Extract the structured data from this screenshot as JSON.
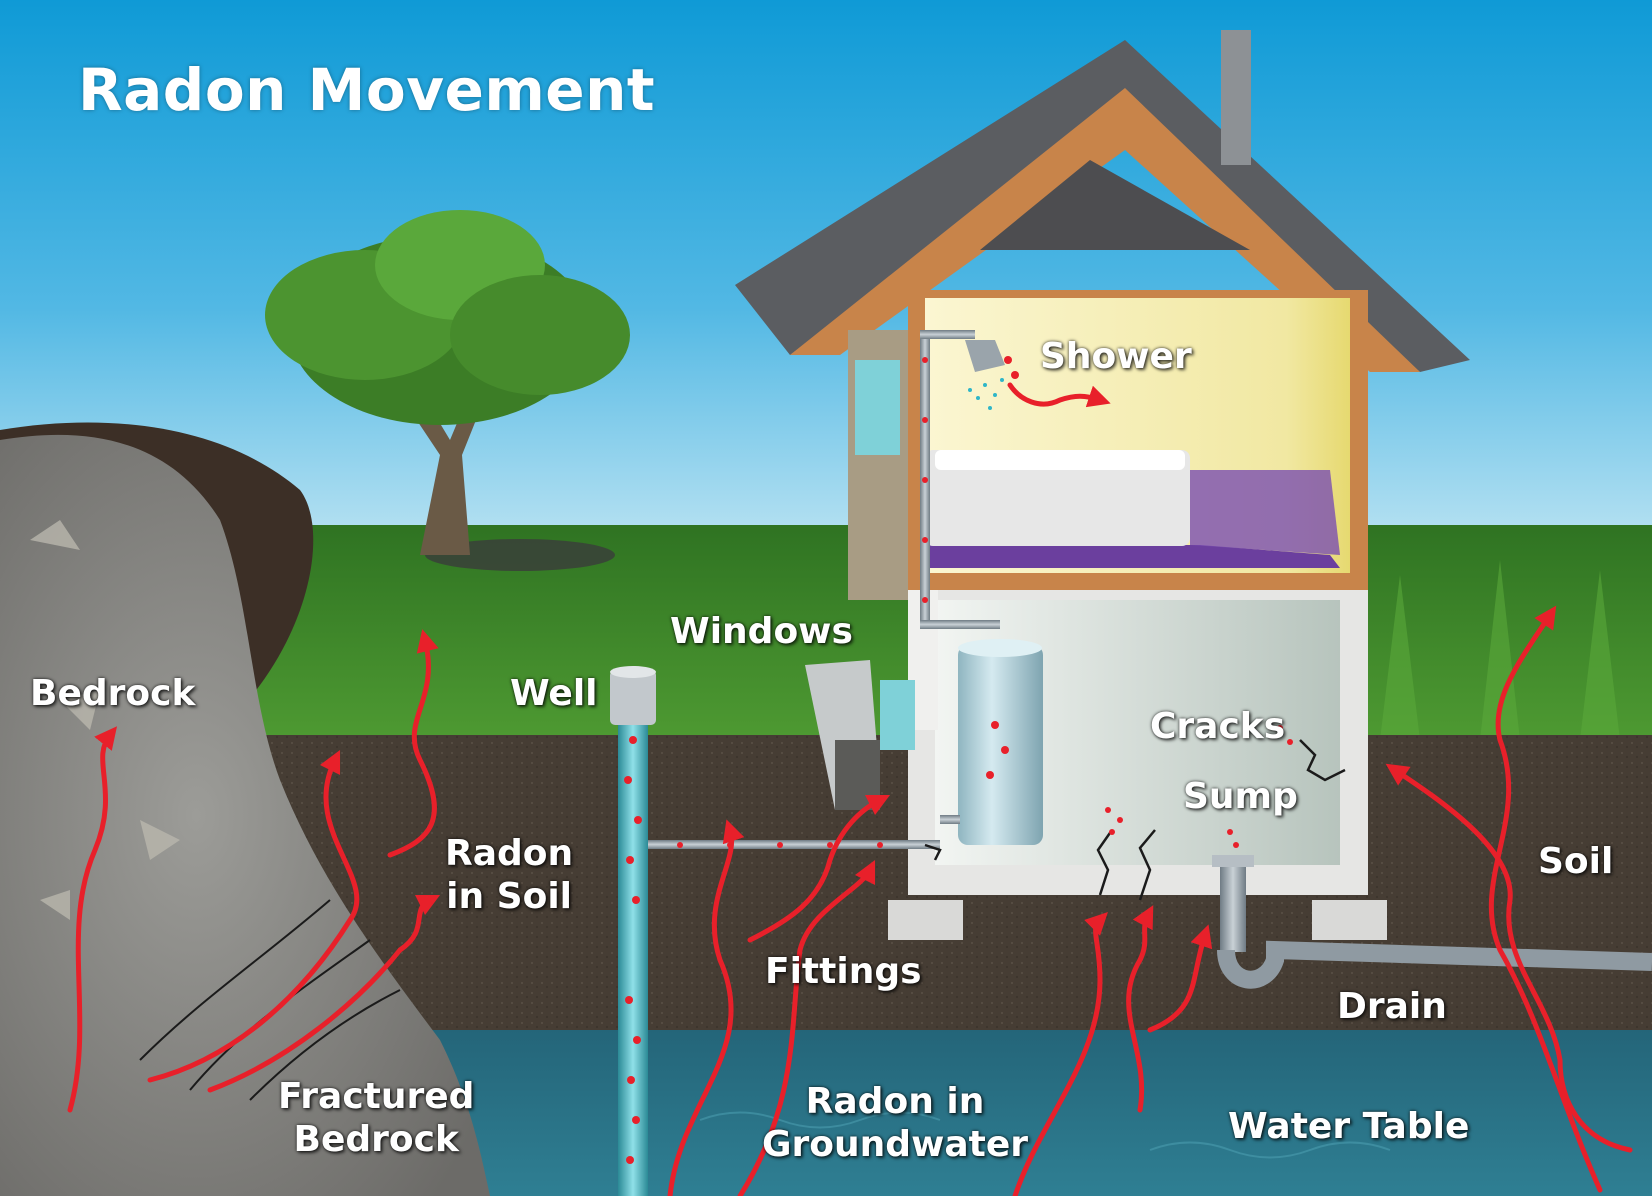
{
  "title": "Radon Movement",
  "labels": {
    "bedrock": "Bedrock",
    "well": "Well",
    "windows": "Windows",
    "shower": "Shower",
    "cracks": "Cracks",
    "sump": "Sump",
    "radon_in_soil_1": "Radon",
    "radon_in_soil_2": "in Soil",
    "soil": "Soil",
    "fittings": "Fittings",
    "drain": "Drain",
    "fractured_bedrock_1": "Fractured",
    "fractured_bedrock_2": "Bedrock",
    "radon_in_groundwater_1": "Radon in",
    "radon_in_groundwater_2": "Groundwater",
    "water_table": "Water Table"
  },
  "colors": {
    "sky_top": "#1a9fd6",
    "sky_bottom": "#a9dcef",
    "grass": "#3f8a2a",
    "soil": "#4a4037",
    "groundwater": "#2a6f85",
    "bedrock": "#8a8a88",
    "roof": "#5b5d61",
    "roof_trim": "#c8844a",
    "house_wall": "#b0a58c",
    "foundation": "#e6e6e4",
    "room_wall": "#f1eaa8",
    "bathtub": "#f3f3f3",
    "floor": "#6b3f9e",
    "basement": "#c8d3cd",
    "pipe": "#a9b3bb",
    "water_heater": "#b6d4dc",
    "radon_arrow": "#e8202a",
    "radon_dot": "#e8202a",
    "title_text": "#ffffff"
  }
}
